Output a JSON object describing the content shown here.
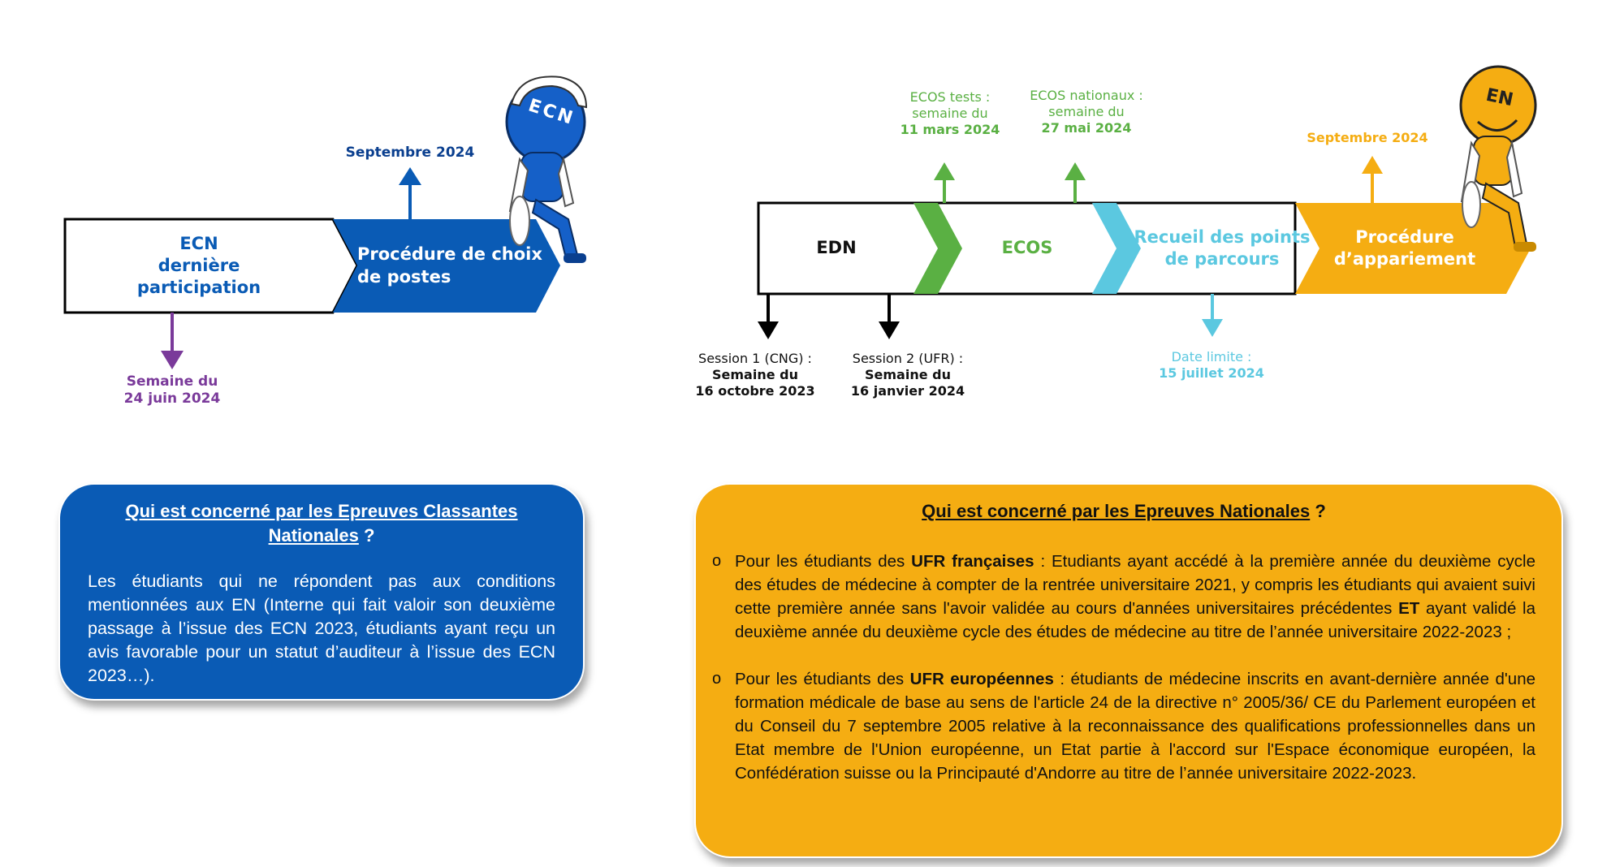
{
  "colors": {
    "ecn_blue": "#0a5bb5",
    "purple": "#7a3a9a",
    "green": "#5ab043",
    "light_blue": "#5bc8e0",
    "orange": "#f5ad12",
    "black": "#000000"
  },
  "icons": {
    "ecn_mascot": "blue-mascot-icon",
    "en_mascot": "orange-mascot-icon"
  },
  "ecn_timeline": {
    "segment_1": [
      "ECN",
      "dernière",
      "participation"
    ],
    "segment_2": [
      "Procédure de choix",
      "de postes"
    ],
    "date_below": [
      "Semaine du",
      "24 juin 2024"
    ],
    "date_above": "Septembre 2024",
    "mascot_text": "ECN"
  },
  "en_timeline": {
    "segment_edn": "EDN",
    "segment_ecos": "ECOS",
    "segment_recueil": [
      "Recueil des points",
      "de parcours"
    ],
    "segment_procedure": [
      "Procédure",
      "d’appariement"
    ],
    "ecos_tests": [
      "ECOS tests :",
      "semaine du",
      "11 mars 2024"
    ],
    "ecos_nationaux": [
      "ECOS nationaux :",
      "semaine du",
      "27 mai 2024"
    ],
    "septembre": "Septembre 2024",
    "session1": [
      "Session 1 (CNG) :",
      "Semaine du",
      "16 octobre 2023"
    ],
    "session2": [
      "Session 2 (UFR) :",
      "Semaine du",
      "16 janvier 2024"
    ],
    "date_limite": [
      "Date limite :",
      "15 juillet 2024"
    ],
    "mascot_text": "EN"
  },
  "ecn_card": {
    "title_line1": "Qui est concerné par les Epreuves Classantes",
    "title_line2": "Nationales",
    "title_q": " ?",
    "body": "Les étudiants qui ne répondent pas aux conditions mentionnées aux EN (Interne qui fait valoir son deuxième passage à l’issue des ECN 2023,  étudiants ayant reçu un avis favorable pour un statut d’auditeur à l’issue des ECN 2023…)."
  },
  "en_card": {
    "title": "Qui est concerné par les Epreuves Nationales",
    "title_q": "  ?",
    "bullet_mark": "o",
    "b1_pre": "Pour les étudiants des ",
    "b1_bold1": "UFR françaises",
    "b1_mid": " : Etudiants ayant accédé à la première année du deuxième cycle des études de médecine à compter de la rentrée universitaire 2021, y compris les étudiants qui avaient suivi cette première année sans l'avoir validée au cours d'années universitaires précédentes ",
    "b1_bold2": "ET",
    "b1_post": " ayant validé la deuxième année du deuxième cycle des études de médecine au titre de l’année universitaire 2022-2023 ;",
    "b2_pre": "Pour les étudiants des ",
    "b2_bold": "UFR européennes",
    "b2_post": " : étudiants de médecine inscrits en avant-dernière année d'une formation médicale de base au sens de l'article 24 de la directive n° 2005/36/ CE du Parlement européen et du Conseil du 7 septembre 2005 relative à la reconnaissance des qualifications professionnelles dans un Etat membre de l'Union européenne, un Etat partie à l'accord sur l'Espace économique européen, la Confédération suisse ou la Principauté d'Andorre au titre de l’année universitaire 2022-2023."
  }
}
